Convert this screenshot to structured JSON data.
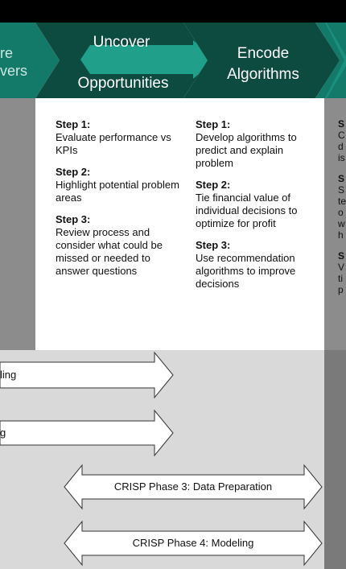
{
  "chevrons": {
    "left_partial_line1": "re",
    "left_partial_line2": "vers",
    "uncover_line1": "Uncover",
    "uncover_line2": "Opportunities",
    "encode_line1": "Encode",
    "encode_line2": "Algorithms"
  },
  "colors": {
    "chevron_dark": "#0d4a3f",
    "chevron_teal": "#137a6a",
    "highlight_arrow": "#20a08a",
    "panel_bg": "#ffffff",
    "side_panel_bg": "#8c8c8c",
    "lower_bg": "#d9d9d9"
  },
  "columns": {
    "uncover": [
      {
        "heading": "Step 1:",
        "body": "Evaluate performance vs KPIs"
      },
      {
        "heading": "Step 2:",
        "body": "Highlight potential problem areas"
      },
      {
        "heading": "Step 3:",
        "body": "Review process and consider what could be missed or needed to answer questions"
      }
    ],
    "encode": [
      {
        "heading": "Step 1:",
        "body": "Develop algorithms to predict and explain problem"
      },
      {
        "heading": "Step 2:",
        "body": "Tie financial value of individual decisions to optimize for profit"
      },
      {
        "heading": "Step 3:",
        "body": "Use recommendation algorithms to improve decisions"
      }
    ],
    "right_partial": {
      "s1": "S",
      "s1_lines": [
        "C",
        "d",
        "is"
      ],
      "s2": "S",
      "s2_lines": [
        "S",
        "te",
        "o",
        "w",
        "h"
      ],
      "s3": "S",
      "s3_lines": [
        "V",
        "ti",
        "p"
      ]
    }
  },
  "lower": {
    "partial_arrow_1": "ling",
    "partial_arrow_2": "g",
    "phase3": "CRISP Phase 3: Data Preparation",
    "phase4": "CRISP Phase 4: Modeling"
  }
}
